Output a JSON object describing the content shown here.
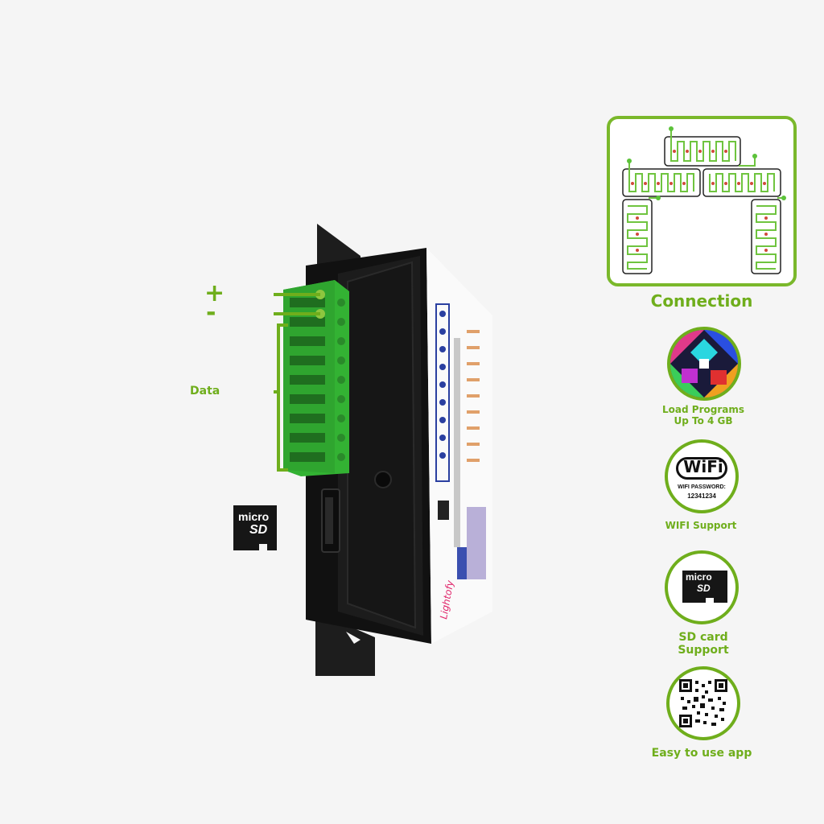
{
  "device": {
    "labels": {
      "plus": "+",
      "minus": "-",
      "data": "Data"
    },
    "brand": "Lightofy"
  },
  "sd_card": {
    "top": "micro",
    "bottom": "SD"
  },
  "features": {
    "connection": "Connection",
    "load_programs": [
      "Load Programs",
      "Up To 4 GB"
    ],
    "wifi_logo": "WiFi",
    "wifi_password_label": "WIFI PASSWORD:",
    "wifi_password": "12341234",
    "wifi_support": "WIFI Support",
    "sd_support": [
      "SD card",
      "Support"
    ],
    "app": "Easy to use app"
  },
  "colors": {
    "accent": "#6fae1c",
    "connector": "#3dbb3d",
    "case": "#1a1a1a"
  }
}
